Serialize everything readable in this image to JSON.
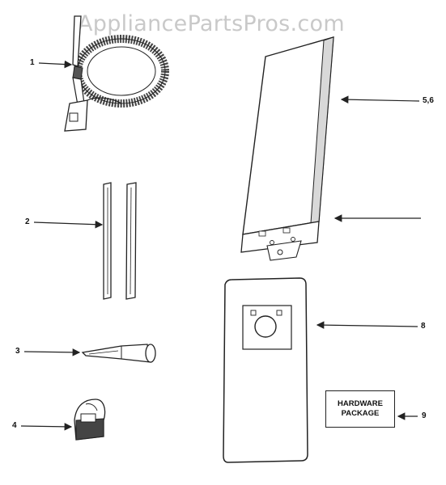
{
  "watermark": "AppliancePartsPros.com",
  "callouts": {
    "part_1": "1",
    "part_2": "2",
    "part_3": "3",
    "part_4": "4",
    "part_5_6": "5,6",
    "part_8": "8",
    "part_9": "9"
  },
  "hardware_package": {
    "line1": "HARDWARE",
    "line2": "PACKAGE"
  },
  "colors": {
    "ink": "#222222",
    "watermark": "#c9c9c9",
    "shade": "#d8d8d8",
    "background": "#ffffff"
  }
}
